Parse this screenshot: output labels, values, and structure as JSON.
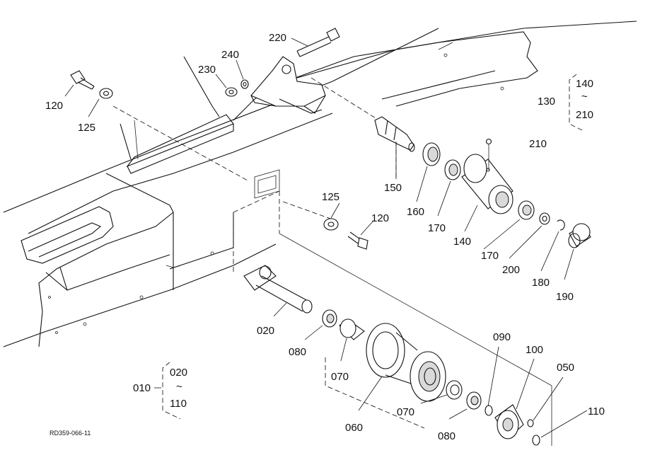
{
  "drawing_id": "RD359-066-11",
  "labels": {
    "p120a": "120",
    "p125a": "125",
    "p230": "230",
    "p240": "240",
    "p220": "220",
    "p125b": "125",
    "p120b": "120",
    "p150": "150",
    "p160": "160",
    "p170a": "170",
    "p140": "140",
    "p170b": "170",
    "p200": "200",
    "p180": "180",
    "p190": "190",
    "p210": "210",
    "p130": "130",
    "r130_top": "140",
    "r130_tilde": "~",
    "r130_bottom": "210",
    "p020": "020",
    "p080a": "080",
    "p070a": "070",
    "p060": "060",
    "p070b": "070",
    "p080b": "080",
    "p090": "090",
    "p100": "100",
    "p050": "050",
    "p110": "110",
    "p010": "010",
    "r010_top": "020",
    "r010_tilde": "~",
    "r010_bottom": "110"
  }
}
